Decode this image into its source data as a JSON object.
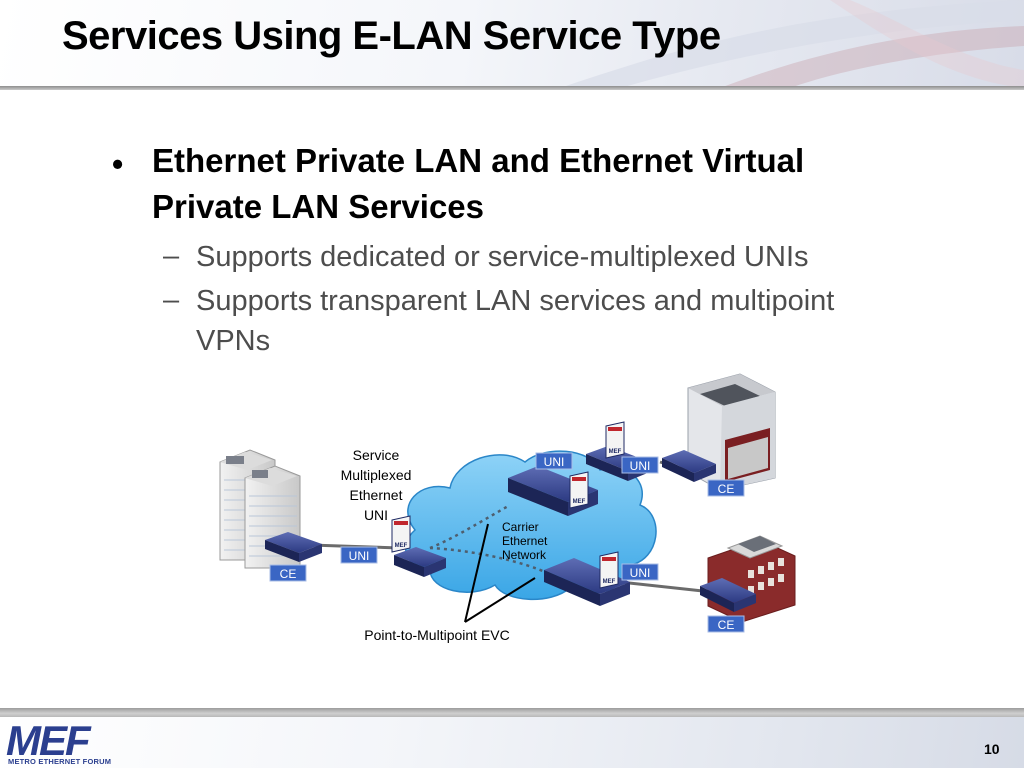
{
  "slide": {
    "title": "Services Using E-LAN Service Type",
    "bullet": {
      "text": "Ethernet Private LAN and Ethernet Virtual Private LAN Services",
      "subs": [
        "Supports dedicated or service-multiplexed UNIs",
        "Supports transparent LAN services and multipoint VPNs"
      ]
    },
    "diagram": {
      "service_mux_label_lines": [
        "Service",
        "Multiplexed",
        "Ethernet",
        "UNI"
      ],
      "cloud_label_lines": [
        "Carrier",
        "Ethernet",
        "Network"
      ],
      "evc_label": "Point-to-Multipoint EVC",
      "uni_label": "UNI",
      "ce_label": "CE",
      "badge_text": "MEF",
      "colors": {
        "cloud": "#4fb3ec",
        "label_box": "#3a66c4",
        "device": "#1f2a63"
      }
    },
    "footer": {
      "logo_text": "MEF",
      "logo_subtext": "METRO ETHERNET FORUM",
      "page_number": "10"
    }
  }
}
